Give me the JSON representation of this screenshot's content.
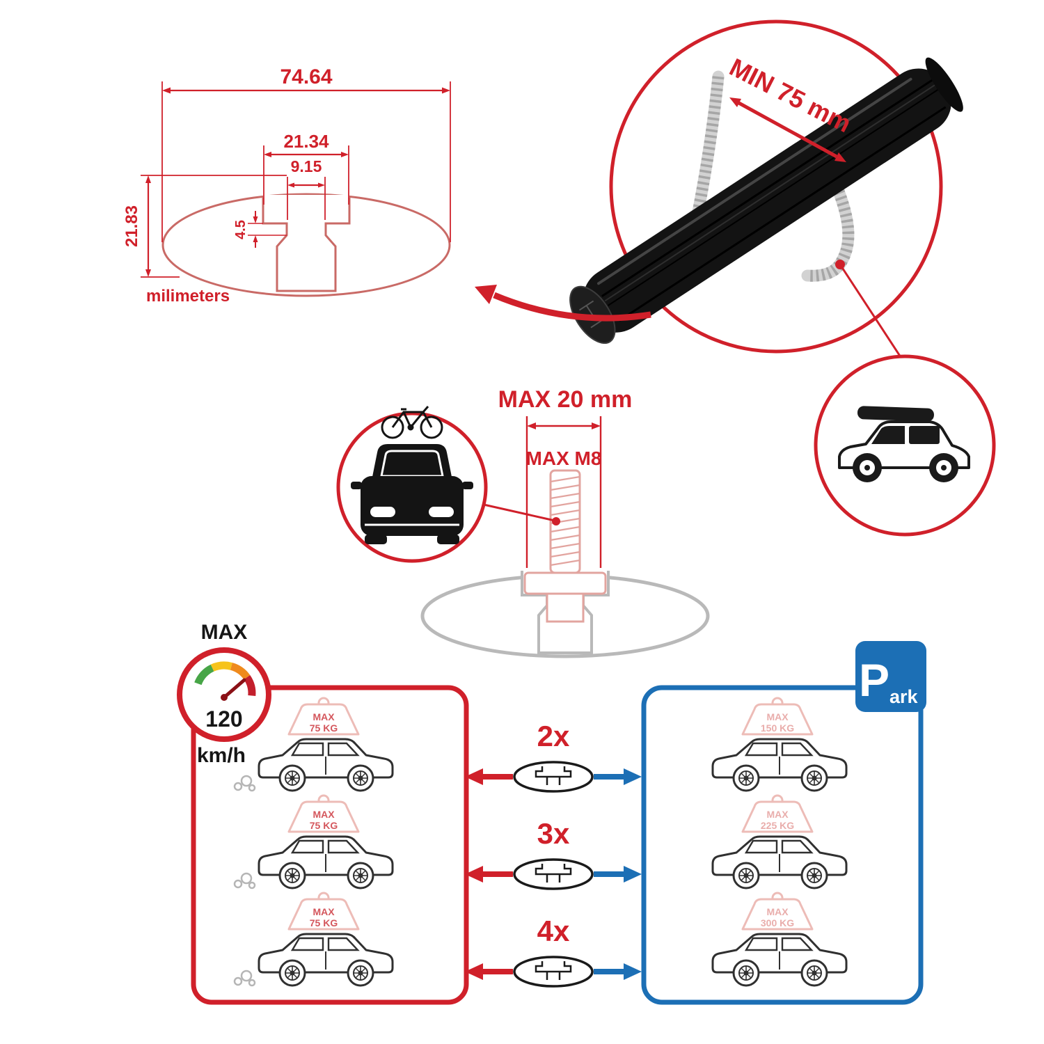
{
  "meta": {
    "description": "Roof rack cross bar dimensions and load capacity infographic"
  },
  "colors": {
    "red": "#d0202a",
    "blue": "#1c6fb5",
    "black": "#161616",
    "profile_outline_red": "#c96a66",
    "profile_outline_gray": "#b9b9b9",
    "steel_gray": "#d2d2d2",
    "light_pink": "#edbcb7",
    "load_text_strong": "#d4565c",
    "load_text_light": "#e9adab",
    "gauge_green": "#47a547",
    "gauge_yellow": "#f6c31c",
    "gauge_orange": "#ef8a1c",
    "gauge_red": "#c31f2c"
  },
  "profile_dimensions": {
    "total_width": "74.64",
    "slot_outer_width": "21.34",
    "slot_inner_width": "9.15",
    "lip_depth": "4.5",
    "profile_height": "21.83",
    "unit_label": "milimeters"
  },
  "crossbar": {
    "min_span_label": "MIN 75 mm"
  },
  "bolt": {
    "max_width_label": "MAX 20 mm",
    "max_thread_label": "MAX M8"
  },
  "speedometer": {
    "max_label": "MAX",
    "value": "120",
    "unit": "km/h"
  },
  "park_sign": {
    "p": "P",
    "ark": "ark"
  },
  "comparison": {
    "rows": [
      {
        "count": "2x",
        "left_load": {
          "line1": "MAX",
          "line2": "75 KG"
        },
        "right_load": {
          "line1": "MAX",
          "line2": "150 KG"
        }
      },
      {
        "count": "3x",
        "left_load": {
          "line1": "MAX",
          "line2": "75 KG"
        },
        "right_load": {
          "line1": "MAX",
          "line2": "225 KG"
        }
      },
      {
        "count": "4x",
        "left_load": {
          "line1": "MAX",
          "line2": "75 KG"
        },
        "right_load": {
          "line1": "MAX",
          "line2": "300 KG"
        }
      }
    ]
  }
}
